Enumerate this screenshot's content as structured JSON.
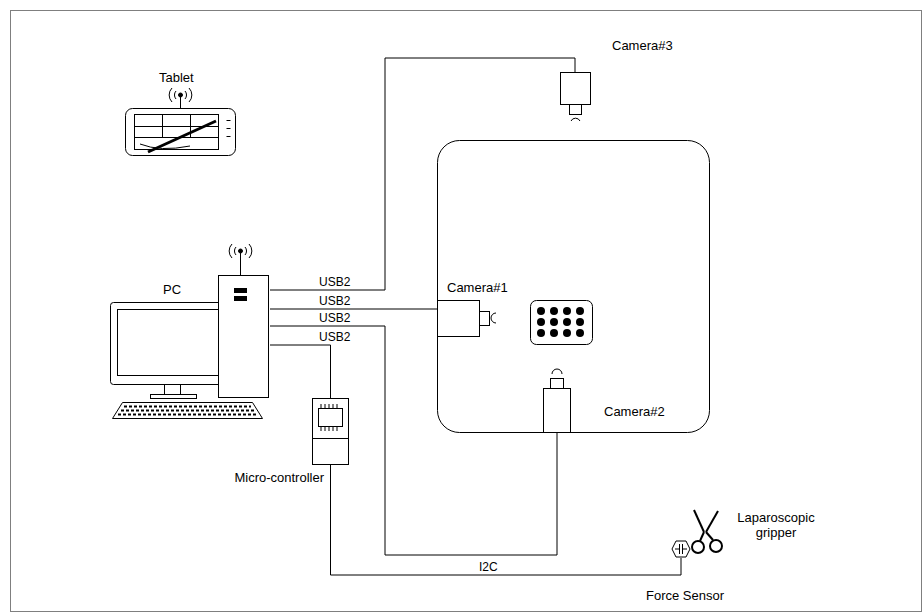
{
  "diagram": {
    "nodes": [
      {
        "text": [
          "Tablet"
        ]
      },
      {
        "text": [
          "PC"
        ]
      },
      {
        "text": [
          "Camera#3"
        ]
      },
      {
        "text": [
          "Camera#1"
        ]
      },
      {
        "text": [
          "Camera#2"
        ]
      },
      {
        "text": [
          "Micro-controller"
        ]
      },
      {
        "text": [
          "Force Sensor"
        ]
      },
      {
        "text": [
          "Laparoscopic gripper"
        ]
      }
    ],
    "edges": [
      {
        "from": 1,
        "to": 2,
        "label": "USB2",
        "arrow": "none"
      },
      {
        "from": 1,
        "to": 3,
        "label": "USB2",
        "arrow": "none"
      },
      {
        "from": 1,
        "to": 4,
        "label": "USB2",
        "arrow": "none"
      },
      {
        "from": 1,
        "to": 5,
        "label": "USB2",
        "arrow": "none"
      },
      {
        "from": 5,
        "to": 6,
        "label": "I2C",
        "arrow": "none"
      }
    ]
  }
}
